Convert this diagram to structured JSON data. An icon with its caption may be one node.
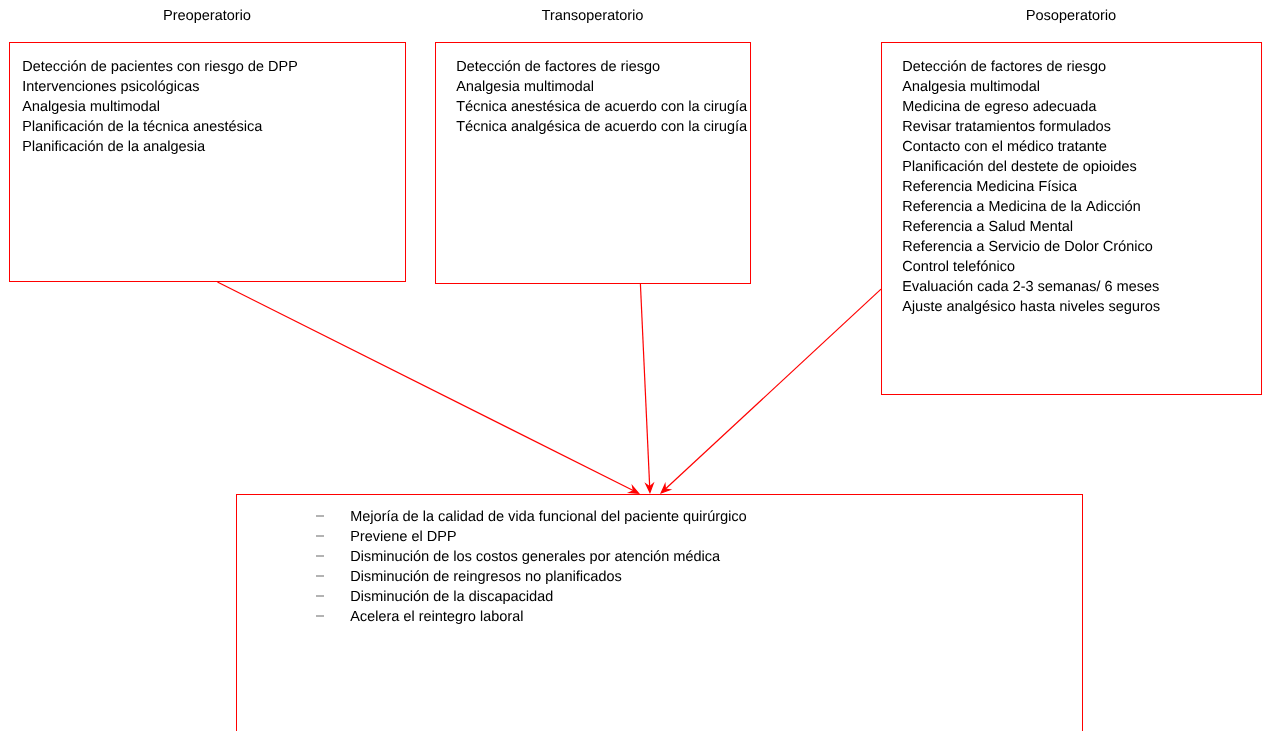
{
  "diagram": {
    "nodes": [
      {
        "text": [
          "Preoperatorio",
          "Detección de pacientes con riesgo de DPP",
          "Intervenciones psicológicas",
          "Analgesia multimodal",
          "Planificación de la técnica anestésica",
          "Planificación de la analgesia"
        ]
      },
      {
        "text": [
          "Transoperatorio",
          "Detección de factores de riesgo",
          "Analgesia multimodal",
          "Técnica anestésica de acuerdo con la cirugía",
          "Técnica analgésica de acuerdo con la cirugía"
        ]
      },
      {
        "text": [
          "Posoperatorio",
          "Detección de factores de riesgo",
          "Analgesia multimodal",
          "Medicina de egreso adecuada",
          "Revisar tratamientos formulados",
          "Contacto con el médico tratante",
          "Planificación del destete de opioides",
          "Referencia Medicina Física",
          "Referencia a Medicina de la Adicción",
          "Referencia a Salud Mental",
          "Referencia a Servicio de Dolor Crónico",
          "Control telefónico",
          "Evaluación cada 2-3 semanas/ 6 meses",
          "Ajuste analgésico hasta niveles seguros"
        ]
      },
      {
        "text": [
          "Mejoría de la calidad de vida funcional del paciente quirúrgico",
          "Previene el DPP",
          "Disminución de los costos generales por atención médica",
          "Disminución de reingresos no planificados",
          "Disminución de la discapacidad",
          "Acelera el reintegro laboral"
        ]
      }
    ],
    "edges": [
      {
        "from": 0,
        "to": 3,
        "arrow": "to"
      },
      {
        "from": 1,
        "to": 3,
        "arrow": "to"
      },
      {
        "from": 2,
        "to": 3,
        "arrow": "to"
      }
    ]
  }
}
